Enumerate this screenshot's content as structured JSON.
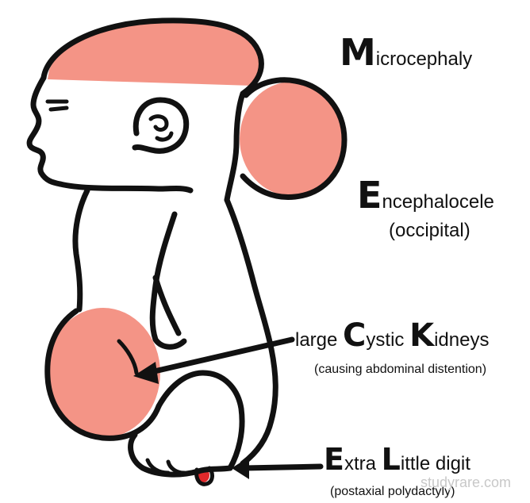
{
  "colors": {
    "lesion": "#f49486",
    "digit": "#e0282a",
    "ink": "#111111",
    "watermark": "#c8c8c8"
  },
  "labels": {
    "microcephaly": {
      "initial": "M",
      "rest": "icrocephaly"
    },
    "encephalocele": {
      "initial": "E",
      "rest": "ncephalocele",
      "note": "(occipital)"
    },
    "kidneys": {
      "prefix": "large ",
      "initial1": "C",
      "word1": "ystic ",
      "initial2": "K",
      "word2": "idneys",
      "note": "(causing abdominal distention)"
    },
    "digit": {
      "initial1": "E",
      "word1": "xtra ",
      "initial2": "L",
      "word2": "ittle digit",
      "note": "(postaxial polydactyly)"
    }
  },
  "watermark": "studyrare.com"
}
